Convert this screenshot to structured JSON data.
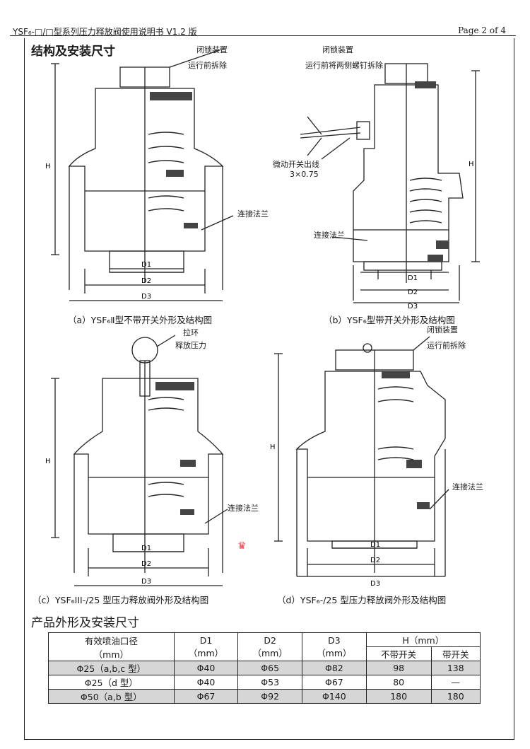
{
  "header": {
    "title": "YSF₆-□/□型系列压力释放阀使用说明书  V1.2 版",
    "page": "Page 2 of 4"
  },
  "sections": {
    "structure": "结构及安装尺寸",
    "product": "产品外形及安装尺寸"
  },
  "figures": {
    "a": {
      "caption": "（a）YSF₆Ⅱ型不带开关外形及结构图",
      "note1": "闭锁装置",
      "note2": "运行前拆除",
      "flange": "连接法兰"
    },
    "b": {
      "caption": "（b）YSF₆型带开关外形及结构图",
      "note1": "闭锁装置",
      "note2": "运行前将两侧螺钉拆除",
      "switch": "微动开关出线",
      "cable": "3×0.75",
      "flange": "连接法兰"
    },
    "c": {
      "caption": "（c）YSF₆III-/25 型压力释放阀外形及结构图",
      "note1": "拉环",
      "note2": "释放压力",
      "flange": "连接法兰"
    },
    "d": {
      "caption": "（d）YSF₆-/25 型压力释放阀外形及结构图",
      "note1": "闭锁装置",
      "note2": "运行前拆除",
      "flange": "连接法兰"
    }
  },
  "dims": {
    "h": "H",
    "d1": "D1",
    "d2": "D2",
    "d3": "D3"
  },
  "table": {
    "headers": {
      "c0": "有效喷油口径",
      "c0b": "（mm）",
      "c1": "D1",
      "c1b": "（mm）",
      "c2": "D2",
      "c2b": "（mm）",
      "c3": "D3",
      "c3b": "（mm）",
      "h": "H（mm）",
      "h1": "不带开关",
      "h2": "带开关"
    },
    "rows": [
      [
        "Φ25（a,b,c 型）",
        "Φ40",
        "Φ65",
        "Φ82",
        "98",
        "138"
      ],
      [
        "Φ25（d 型）",
        "Φ40",
        "Φ53",
        "Φ67",
        "80",
        "—"
      ],
      [
        "Φ50（a,b 型）",
        "Φ67",
        "Φ92",
        "Φ140",
        "180",
        "180"
      ]
    ]
  }
}
